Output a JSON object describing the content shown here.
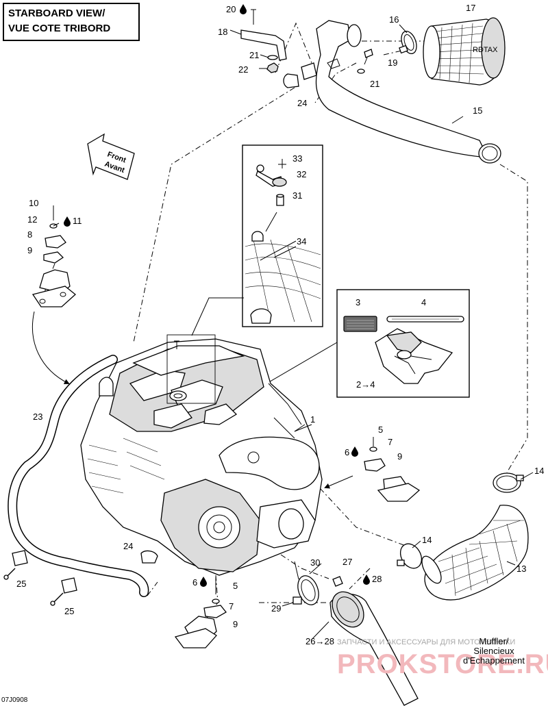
{
  "title": {
    "line1": "STARBOARD VIEW/",
    "line2": "VUE COTE TRIBORD"
  },
  "direction_arrow": {
    "line1": "Front",
    "line2": "Avant"
  },
  "part_labels": {
    "p1": "1",
    "p3": "3",
    "p4": "4",
    "p2to4": "2→4",
    "p5a": "5",
    "p5b": "5",
    "p6a": "6",
    "p6b": "6",
    "p7a": "7",
    "p7b": "7",
    "p8": "8",
    "p9a": "9",
    "p9b": "9",
    "p9c": "9",
    "p10": "10",
    "p11": "11",
    "p12": "12",
    "p13": "13",
    "p14a": "14",
    "p14b": "14",
    "p15": "15",
    "p16": "16",
    "p17": "17",
    "p18": "18",
    "p19": "19",
    "p20": "20",
    "p21a": "21",
    "p21b": "21",
    "p22": "22",
    "p23": "23",
    "p24a": "24",
    "p24b": "24",
    "p25a": "25",
    "p25b": "25",
    "p26to28": "26→28",
    "p27": "27",
    "p28": "28",
    "p29": "29",
    "p30": "30",
    "p31": "31",
    "p32": "32",
    "p33": "33",
    "p34": "34"
  },
  "filter_brand": "RDTAX",
  "muffler": {
    "line1": "Muffler/",
    "line2": "Silencieux",
    "line3": "d'Echappement"
  },
  "watermark": {
    "text": "ЗАПЧАСТИ И АКСЕССУАРЫ ДЛЯ МОТОТЕХНИКИ",
    "logo": "PROKSTORE.RU"
  },
  "diagram_code": "07J0908",
  "icons": [
    "drop-icon",
    "arrow-icon"
  ]
}
